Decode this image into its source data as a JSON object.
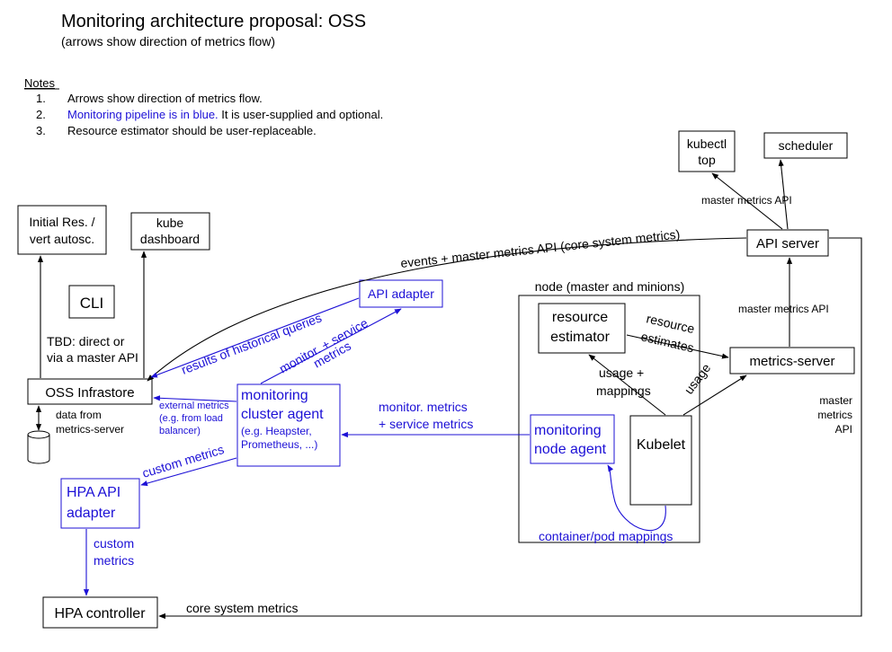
{
  "title": "Monitoring architecture proposal: OSS",
  "subtitle": "(arrows show direction of metrics flow)",
  "notes": {
    "heading": "Notes",
    "items": [
      {
        "num": "1.",
        "text": "Arrows show direction of metrics flow.",
        "blue": ""
      },
      {
        "num": "2.",
        "blue": "Monitoring pipeline is in blue.",
        "text": " It is user-supplied and optional."
      },
      {
        "num": "3.",
        "text": "Resource estimator should be user-replaceable.",
        "blue": ""
      }
    ]
  },
  "nodes": {
    "kubectl_top": [
      "kubectl",
      "top"
    ],
    "scheduler": [
      "scheduler"
    ],
    "initial_res": [
      "Initial Res. /",
      "vert autosc."
    ],
    "kube_dashboard": [
      "kube",
      "dashboard"
    ],
    "api_server": [
      "API server"
    ],
    "cli": [
      "CLI"
    ],
    "api_adapter": [
      "API adapter"
    ],
    "node_container": [
      "node (master and minions)"
    ],
    "resource_estimator": [
      "resource",
      "estimator"
    ],
    "metrics_server": [
      "metrics-server"
    ],
    "oss_infrastore": [
      "OSS Infrastore"
    ],
    "monitoring_cluster_agent": [
      "monitoring",
      "cluster agent"
    ],
    "monitoring_cluster_agent_detail": [
      "(e.g. Heapster,",
      "Prometheus, ...)"
    ],
    "monitoring_node_agent": [
      "monitoring",
      "node agent"
    ],
    "kubelet": [
      "Kubelet"
    ],
    "hpa_api_adapter": [
      "HPA API",
      "adapter"
    ],
    "hpa_controller": [
      "HPA controller"
    ]
  },
  "labels": {
    "master_metrics_api_top": "master metrics API",
    "events_master_metrics": "events + master metrics API (core system metrics)",
    "master_metrics_api_right": "master metrics API",
    "results_historical": "results of historical queries",
    "monitor_service_a": "monitor. + service",
    "monitor_service_b": "metrics",
    "resource_estimates_a": "resource",
    "resource_estimates_b": "estimates",
    "tbd_a": "TBD: direct or",
    "tbd_b": "via a master API",
    "usage_mappings_a": "usage +",
    "usage_mappings_b": "mappings",
    "usage": "usage",
    "master_metrics_api_vert": [
      "master",
      "metrics",
      "API"
    ],
    "external_metrics": [
      "external metrics",
      "(e.g. from load",
      "balancer)"
    ],
    "monitor_metrics": [
      "monitor. metrics",
      "+ service metrics"
    ],
    "data_from": [
      "data from",
      "metrics-server"
    ],
    "custom_metrics_diag": "custom metrics",
    "custom_metrics_vert": [
      "custom",
      "metrics"
    ],
    "container_pod_mappings": "container/pod mappings",
    "core_system_metrics": "core system metrics"
  },
  "colors": {
    "black": "#000000",
    "blue": "#1c10d6"
  }
}
